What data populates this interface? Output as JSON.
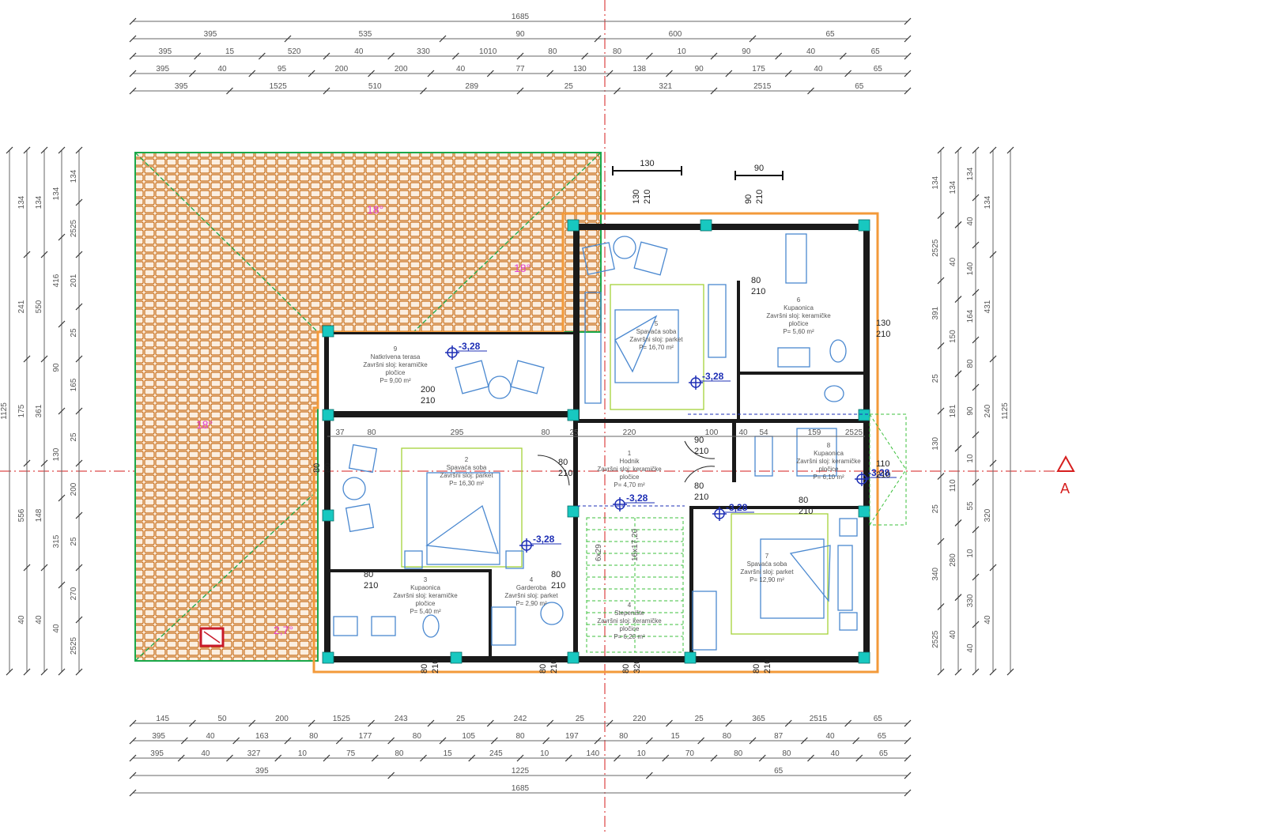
{
  "dims": {
    "top": [
      [
        "1685"
      ],
      [
        "395",
        "535",
        "90",
        "600",
        "65"
      ],
      [
        "395",
        "15",
        "520",
        "40",
        "330",
        "1010",
        "80",
        "80",
        "10",
        "90",
        "40",
        "65"
      ],
      [
        "395",
        "40",
        "95",
        "200",
        "200",
        "40",
        "77",
        "130",
        "138",
        "90",
        "175",
        "40",
        "65"
      ],
      [
        "395",
        "1525",
        "510",
        "289",
        "25",
        "321",
        "2515",
        "65"
      ]
    ],
    "bottom": [
      [
        "145",
        "50",
        "200",
        "1525",
        "243",
        "25",
        "242",
        "25",
        "220",
        "25",
        "365",
        "2515",
        "65"
      ],
      [
        "395",
        "40",
        "163",
        "80",
        "177",
        "80",
        "105",
        "80",
        "197",
        "80",
        "15",
        "80",
        "87",
        "40",
        "65"
      ],
      [
        "395",
        "40",
        "327",
        "10",
        "75",
        "80",
        "15",
        "245",
        "10",
        "140",
        "10",
        "70",
        "80",
        "80",
        "40",
        "65"
      ],
      [
        "395",
        "1225",
        "65"
      ],
      [
        "1685"
      ]
    ],
    "left": [
      [
        "1125"
      ],
      [
        "134",
        "241",
        "175",
        "556",
        "40"
      ],
      [
        "134",
        "550",
        "361",
        "148",
        "40"
      ],
      [
        "134",
        "416",
        "90",
        "130",
        "315",
        "40"
      ],
      [
        "134",
        "2525",
        "201",
        "25",
        "165",
        "25",
        "200",
        "25",
        "270",
        "2525"
      ]
    ],
    "right": [
      [
        "134",
        "2525",
        "391",
        "25",
        "130",
        "25",
        "340",
        "2525"
      ],
      [
        "134",
        "40",
        "150",
        "181",
        "110",
        "280",
        "40"
      ],
      [
        "134",
        "40",
        "140",
        "164",
        "80",
        "90",
        "10",
        "55",
        "10",
        "330",
        "40"
      ],
      [
        "134",
        "431",
        "240",
        "320",
        "40"
      ],
      [
        "1125"
      ]
    ],
    "top_marks": [
      "130",
      "90"
    ]
  },
  "rooms": [
    {
      "num": "9",
      "name": "Natkrivena terasa",
      "finish": "Završni sloj: keramičke",
      "finish2": "pločice",
      "area": "P= 9,00 m²"
    },
    {
      "num": "5",
      "name": "Spavaća soba",
      "finish": "Završni sloj: parket",
      "finish2": "",
      "area": "P= 16,70 m²"
    },
    {
      "num": "6",
      "name": "Kupaonica",
      "finish": "Završni sloj: keramičke",
      "finish2": "pločice",
      "area": "P= 5,60 m²"
    },
    {
      "num": "2",
      "name": "Spavaća soba",
      "finish": "Završni sloj: parket",
      "finish2": "",
      "area": "P= 16,30 m²"
    },
    {
      "num": "1",
      "name": "Hodnik",
      "finish": "Završni sloj: keramičke",
      "finish2": "pločice",
      "area": "P= 4,70 m²"
    },
    {
      "num": "8",
      "name": "Kupaonica",
      "finish": "Završni sloj: keramičke",
      "finish2": "pločice",
      "area": "P= 6,10 m²"
    },
    {
      "num": "3",
      "name": "Kupaonica",
      "finish": "Završni sloj: keramičke",
      "finish2": "pločice",
      "area": "P= 5,40 m²"
    },
    {
      "num": "4",
      "name": "Garderoba",
      "finish": "Završni sloj: parket",
      "finish2": "",
      "area": "P= 2,90 m²"
    },
    {
      "num": "4",
      "name": "Stepenište",
      "finish": "Završni sloj: keramičke",
      "finish2": "pločice",
      "area": "P= 6,20 m²"
    },
    {
      "num": "7",
      "name": "Spavaća soba",
      "finish": "Završni sloj: parket",
      "finish2": "",
      "area": "P= 12,90 m²"
    }
  ],
  "levels": [
    "-3,28",
    "-3,28",
    "-3,28",
    "-3,28",
    "-3,28",
    "-3,28"
  ],
  "slopes": [
    "18°",
    "18°",
    "18°",
    "2,7°"
  ],
  "doors": [
    [
      "130",
      "210"
    ],
    [
      "90",
      "210"
    ],
    [
      "80",
      "210"
    ],
    [
      "130",
      "210"
    ],
    [
      "200",
      "210"
    ],
    [
      "80",
      "210"
    ],
    [
      "90",
      "210"
    ],
    [
      "80",
      "210"
    ],
    [
      "110",
      "210"
    ],
    [
      "80",
      "210"
    ],
    [
      "80",
      "210"
    ],
    [
      "80",
      "210"
    ],
    [
      "80",
      "80"
    ],
    [
      "80",
      "210"
    ],
    [
      "80",
      "320"
    ],
    [
      "80",
      "210"
    ],
    [
      "80",
      "210"
    ]
  ],
  "inner": [
    "37",
    "80",
    "295",
    "80",
    "25",
    "220",
    "100",
    "40",
    "54",
    "159",
    "2525"
  ],
  "stairs": [
    "16x17,20",
    "6x29"
  ],
  "section": "A",
  "colors": {
    "roof": "#c86e1a",
    "roof_edge": "#1aa84a",
    "wall": "#1a1a1a",
    "column": "#18c8c0",
    "furniture": "#4a88d0",
    "outline": "#f39a3a",
    "level": "#1e2fb5",
    "slope": "#e23fd0",
    "section": "#d61e1e",
    "door": "#9a5ed0"
  }
}
